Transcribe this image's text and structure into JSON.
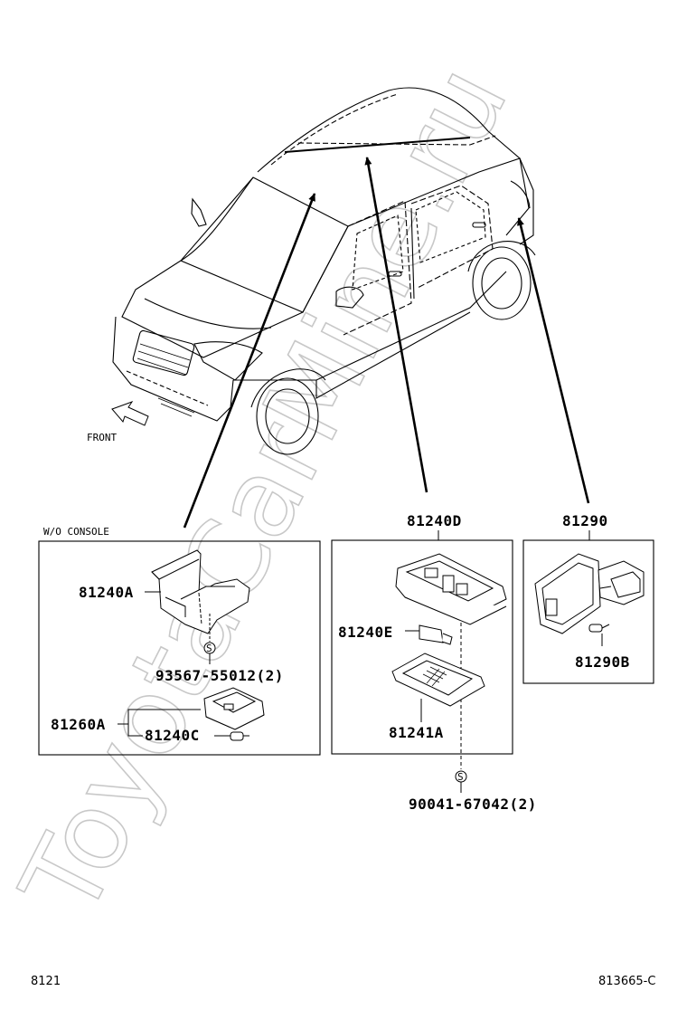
{
  "watermark": "ToyotaCarMine.ru",
  "direction_label": "FRONT",
  "boxes": {
    "left": {
      "header": "W/O CONSOLE"
    },
    "middle": {
      "header": "81240D"
    },
    "right": {
      "header": "81290"
    }
  },
  "parts": {
    "p81240A": "81240A",
    "p93567": "93567-55012(2)",
    "p81260A": "81260A",
    "p81240C": "81240C",
    "p81240E": "81240E",
    "p81241A": "81241A",
    "p90041": "90041-67042(2)",
    "p81290B": "81290B"
  },
  "screw_symbol": "S",
  "footer": {
    "page_code": "8121",
    "drawing_code": "813665-C"
  }
}
